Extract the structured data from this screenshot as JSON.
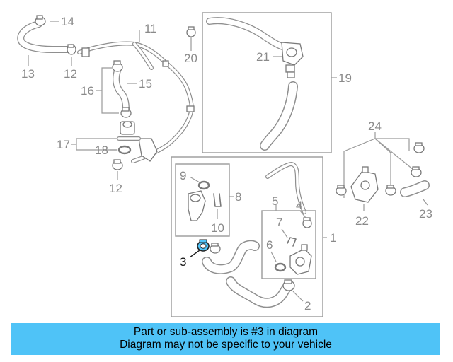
{
  "diagram": {
    "callouts": [
      "1",
      "2",
      "3",
      "4",
      "5",
      "6",
      "7",
      "8",
      "9",
      "10",
      "11",
      "12",
      "12",
      "13",
      "14",
      "15",
      "16",
      "17",
      "18",
      "19",
      "20",
      "21",
      "22",
      "23",
      "24"
    ],
    "highlighted_part": "3",
    "colors": {
      "highlight_part": "#4fc3f7",
      "linework": "#9a9a9a",
      "banner": "#4fc3f7",
      "banner_text": "#000000"
    }
  },
  "banner": {
    "line1": "Part or sub-assembly is #3 in diagram",
    "line2": "Diagram may not be specific to your vehicle"
  }
}
